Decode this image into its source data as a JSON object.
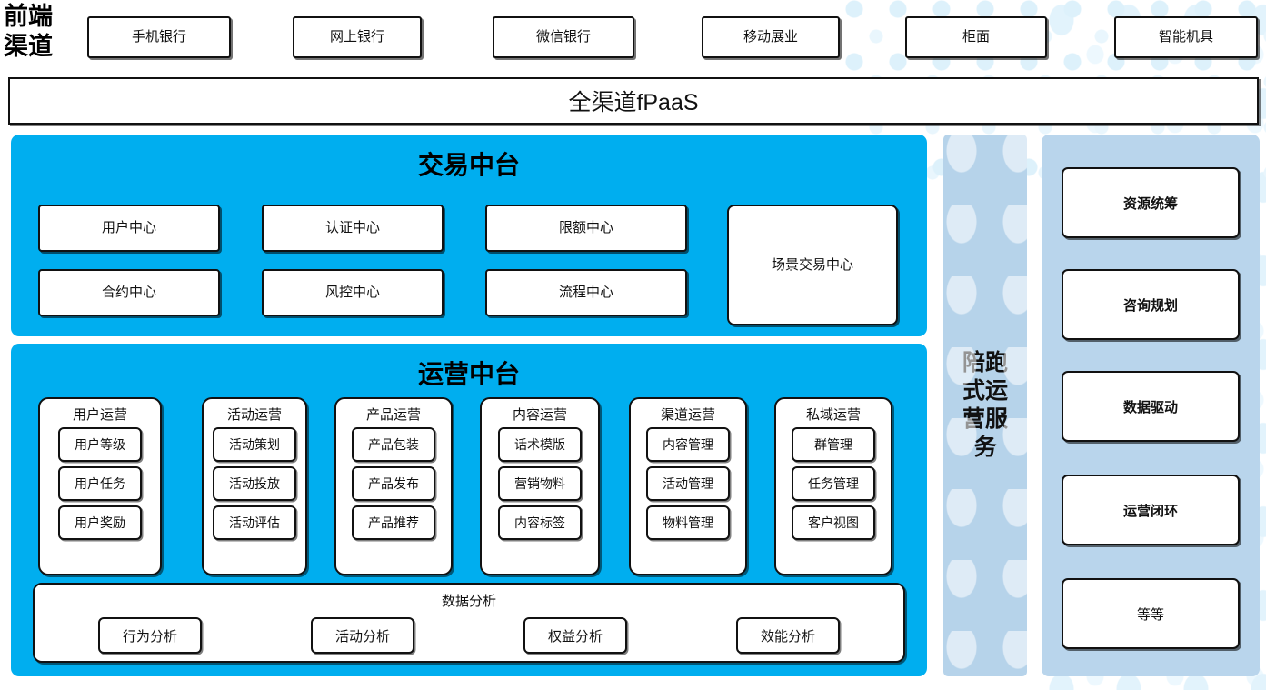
{
  "front_channel": {
    "label": "前端\n渠道",
    "label_line1": "前端",
    "label_line2": "渠道",
    "channels": [
      {
        "name": "mobile-bank",
        "label": "手机银行"
      },
      {
        "name": "online-bank",
        "label": "网上银行"
      },
      {
        "name": "wechat-bank",
        "label": "微信银行"
      },
      {
        "name": "mobile-biz",
        "label": "移动展业"
      },
      {
        "name": "counter",
        "label": "柜面"
      },
      {
        "name": "smart-machine",
        "label": "智能机具"
      }
    ]
  },
  "platform_bar": {
    "label": "全渠道fPaaS"
  },
  "trade_center": {
    "title": "交易中台",
    "nodes": [
      {
        "name": "user-center",
        "label": "用户中心"
      },
      {
        "name": "auth-center",
        "label": "认证中心"
      },
      {
        "name": "limit-center",
        "label": "限额中心"
      },
      {
        "name": "contract-center",
        "label": "合约中心"
      },
      {
        "name": "risk-center",
        "label": "风控中心"
      },
      {
        "name": "process-center",
        "label": "流程中心"
      }
    ],
    "scene_node": {
      "name": "scene-trade-center",
      "label": "场景交易中心"
    }
  },
  "ops_center": {
    "title": "运营中台",
    "groups": [
      {
        "name": "user-ops",
        "title": "用户运营",
        "items": [
          "用户等级",
          "用户任务",
          "用户奖励"
        ]
      },
      {
        "name": "activity-ops",
        "title": "活动运营",
        "items": [
          "活动策划",
          "活动投放",
          "活动评估"
        ]
      },
      {
        "name": "product-ops",
        "title": "产品运营",
        "items": [
          "产品包装",
          "产品发布",
          "产品推荐"
        ]
      },
      {
        "name": "content-ops",
        "title": "内容运营",
        "items": [
          "话术模版",
          "营销物料",
          "内容标签"
        ]
      },
      {
        "name": "channel-ops",
        "title": "渠道运营",
        "items": [
          "内容管理",
          "活动管理",
          "物料管理"
        ]
      },
      {
        "name": "private-domain-ops",
        "title": "私域运营",
        "items": [
          "群管理",
          "任务管理",
          "客户视图"
        ]
      }
    ],
    "analysis": {
      "title": "数据分析",
      "items": [
        "行为分析",
        "活动分析",
        "权益分析",
        "效能分析"
      ]
    }
  },
  "service_strip": {
    "label": "陪跑式运营服务"
  },
  "capability_panel": {
    "boxes": [
      {
        "name": "resource-coordination",
        "label": "资源统筹",
        "bold": true
      },
      {
        "name": "consulting-planning",
        "label": "咨询规划",
        "bold": true
      },
      {
        "name": "data-driven",
        "label": "数据驱动",
        "bold": true
      },
      {
        "name": "ops-closed-loop",
        "label": "运营闭环",
        "bold": true
      },
      {
        "name": "etc",
        "label": "等等",
        "bold": false
      }
    ]
  },
  "colors": {
    "cyan_panel": "#00AEEF",
    "light_blue_panel": "#B9D5EC",
    "service_strip": "#B6D3EA",
    "box_border": "#111111",
    "box_fill": "#FFFFFF",
    "dot_pattern": "#DDF1FB"
  }
}
